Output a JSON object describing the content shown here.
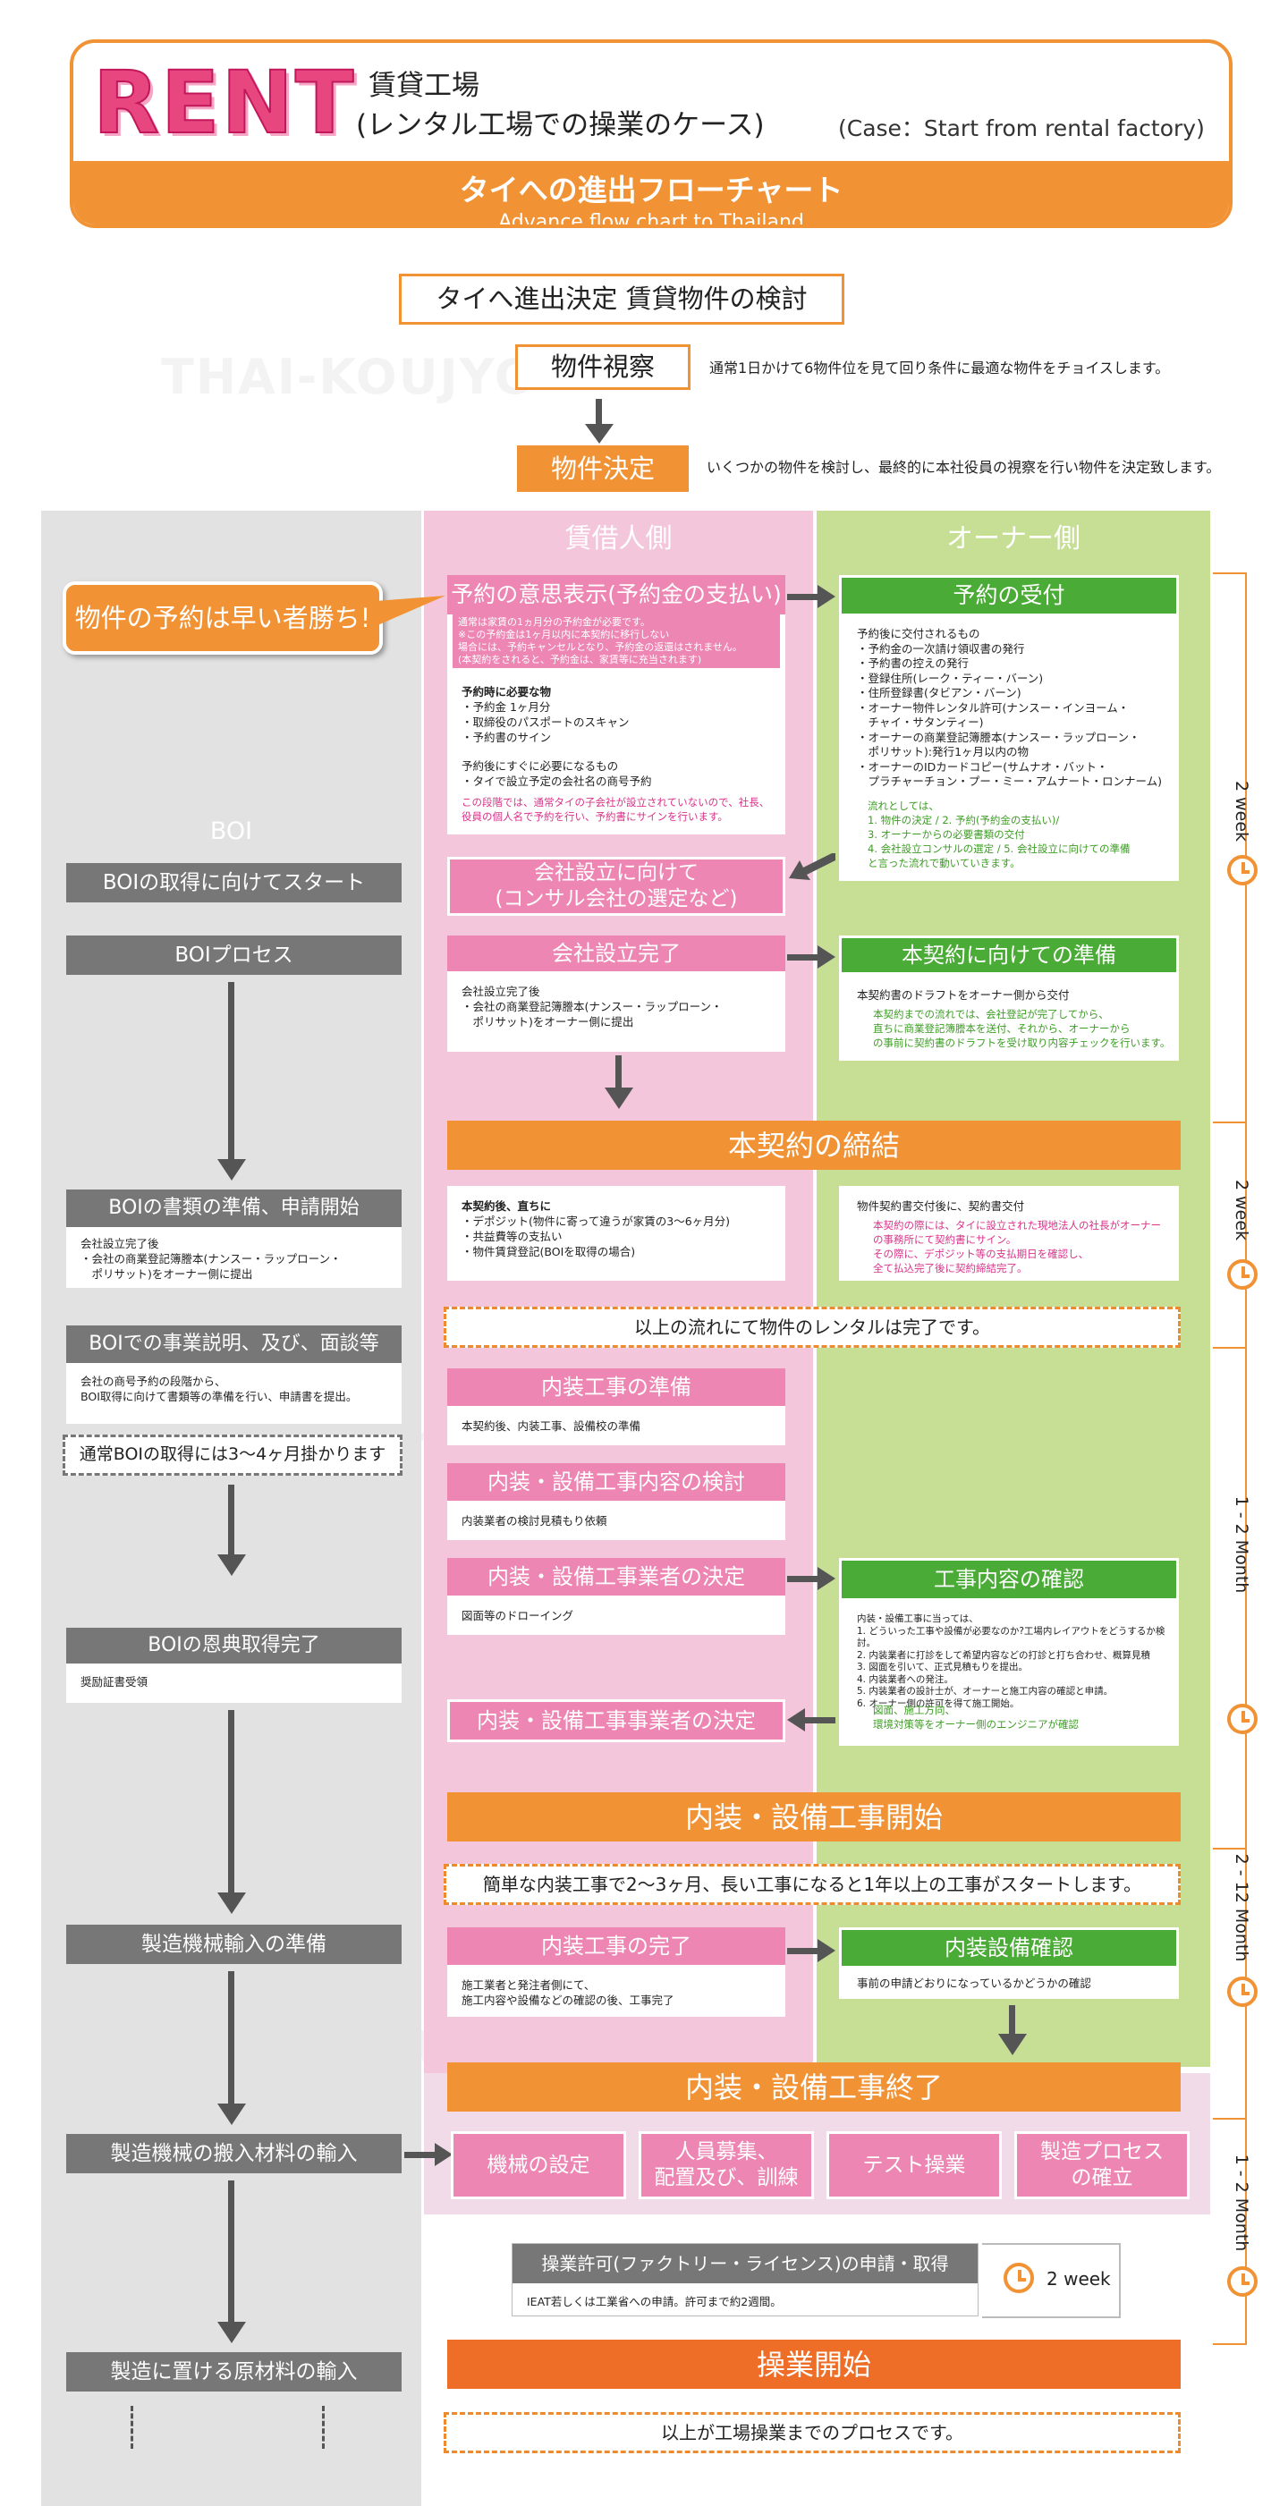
{
  "header": {
    "rent": "RENT",
    "title_line1": "賃貸工場",
    "title_line2": "(レンタル工場での操業のケース)",
    "case_en": "(Case：Start from rental factory)",
    "band_jp": "タイへの進出フローチャート",
    "band_en": "Advance flow chart to Thailand"
  },
  "watermark": "THAI-KOUJYO",
  "top": {
    "decision": "タイへ進出決定 賃貸物件の検討",
    "visit": "物件視察",
    "visit_note": "通常1日かけて6物件位を見て回り条件に最適な物件をチョイスします。",
    "decide": "物件決定",
    "decide_note": "いくつかの物件を検討し、最終的に本社役員の視察を行い物件を決定致します。"
  },
  "columns": {
    "boi": "BOI",
    "tenant": "賃借人側",
    "owner": "オーナー側"
  },
  "callout": "物件の予約は早い者勝ち!",
  "tenant": {
    "reserve_title": "予約の意思表示(予約金の支払い)",
    "reserve_red": [
      "通常は家賃の1ヵ月分の予約金が必要です。",
      "※この予約金は1ヶ月以内に本契約に移行しない",
      "場合には、予約キャンセルとなり、予約金の返還はされません。",
      "(本契約をされると、予約金は、家賃等に充当されます)"
    ],
    "reserve_need_title": "予約時に必要な物",
    "reserve_need": [
      "・予約金 1ヶ月分",
      "・取締役のパスポートのスキャン",
      "・予約書のサイン"
    ],
    "reserve_after": [
      "予約後にすぐに必要になるもの",
      "・タイで設立予定の会社名の商号予約"
    ],
    "reserve_note": [
      "この段階では、通常タイの子会社が設立されていないので、社長、",
      "役員の個人名で予約を行い、予約書にサインを行います。"
    ],
    "company_setup_title": "会社設立に向けて\n(コンサル会社の選定など)",
    "company_done_title": "会社設立完了",
    "company_done_text": [
      "会社設立完了後",
      "・会社の商業登記簿謄本(ナンスー・ラップローン・",
      "　ポリサット)をオーナー側に提出"
    ],
    "main_contract_title": "本契約の締結",
    "after_contract": [
      "本契約後、直ちに",
      "・デポジット(物件に寄って違うが家賃の3〜6ヶ月分)",
      "・共益費等の支払い",
      "・物件賃貸登記(BOIを取得の場合)"
    ],
    "rental_done": "以上の流れにて物件のレンタルは完了です。",
    "interior_prep_title": "内装工事の準備",
    "interior_prep_text": "本契約後、内装工事、設備校の準備",
    "interior_review_title": "内装・設備工事内容の検討",
    "interior_review_text": "内装業者の検討見積もり依頼",
    "contractor_decide_title": "内装・設備工事業者の決定",
    "contractor_decide_text": "図面等のドローイング",
    "contractor_decide2_title": "内装・設備工事事業者の決定",
    "construction_start": "内装・設備工事開始",
    "construction_note": "簡単な内装工事で2〜3ヶ月、長い工事になると1年以上の工事がスタートします。",
    "interior_done_title": "内装工事の完了",
    "interior_done_text": [
      "施工業者と発注者側にて、",
      "施工内容や設備などの確認の後、工事完了"
    ],
    "construction_end": "内装・設備工事終了",
    "tasks": [
      "機械の設定",
      "人員募集、\n配置及び、訓練",
      "テスト操業",
      "製造プロセス\nの確立"
    ],
    "license_title": "操業許可(ファクトリー・ライセンス)の申請・取得",
    "license_text": "IEAT若しくは工業省への申請。許可まで約2週間。",
    "license_time": "2 week",
    "operation_start": "操業開始",
    "final_note": "以上が工場操業までのプロセスです。"
  },
  "owner": {
    "accept_title": "予約の受付",
    "accept_text": [
      "予約後に交付されるもの",
      "・予約金の一次請け領収書の発行",
      "・予約書の控えの発行",
      "・登録住所(レーク・ティー・バーン)",
      "・住所登録書(タビアン・バーン)",
      "・オーナー物件レンタル許可(ナンスー・インヨーム・",
      "　チャイ・サタンティー)",
      "・オーナーの商業登記簿謄本(ナンスー・ラップローン・",
      "　ポリサット):発行1ヶ月以内の物",
      "・オーナーのIDカードコピー(サムナオ・バット・",
      "　プラチャーチョン・プー・ミー・アムナート・ロンナーム)"
    ],
    "accept_flow": [
      "流れとしては、",
      "1. 物件の決定 / 2. 予約(予約金の支払い)/",
      "3. オーナーからの必要書類の交付",
      "4. 会社設立コンサルの選定 / 5. 会社設立に向けての準備",
      "と言った流れで動いていきます。"
    ],
    "prep_title": "本契約に向けての準備",
    "prep_text": "本契約書のドラフトをオーナー側から交付",
    "prep_green": [
      "本契約までの流れでは、会社登記が完了してから、",
      "直ちに商業登記簿謄本を送付、それから、オーナーから",
      "の事前に契約書のドラフトを受け取り内容チェックを行います。"
    ],
    "contract_text": "物件契約書交付後に、契約書交付",
    "contract_red": [
      "本契約の際には、タイに設立された現地法人の社長がオーナー",
      "の事務所にて契約書にサイン。",
      "その際に、デポジット等の支払期日を確認し、",
      "全て払込完了後に契約締結完了。"
    ],
    "work_confirm_title": "工事内容の確認",
    "work_confirm_text": [
      "内装・設備工事に当っては、",
      "1. どういった工事や設備が必要なのか?工場内レイアウトをどうするか検討。",
      "2. 内装業者に打診をして希望内容などの打診と打ち合わせ、概算見積",
      "3. 図面を引いて、正式見積もりを提出。",
      "4. 内装業者への発注。",
      "5. 内装業者の設計士が、オーナーと施工内容の確認と申請。",
      "6. オーナー側の許可を得て施工開始。"
    ],
    "work_confirm_green": [
      "図面、施工方向、",
      "環境対策等をオーナー側のエンジニアが確認"
    ],
    "facility_title": "内装設備確認",
    "facility_text": "事前の申請どおりになっているかどうかの確認"
  },
  "boi": {
    "start": "BOIの取得に向けてスタート",
    "process": "BOIプロセス",
    "docs_title": "BOIの書類の準備、申請開始",
    "docs_text": [
      "会社設立完了後",
      "・会社の商業登記簿謄本(ナンスー・ラップローン・",
      "　ポリサット)をオーナー側に提出"
    ],
    "interview_title": "BOIでの事業説明、及び、面談等",
    "interview_text": [
      "会社の商号予約の段階から、",
      "BOI取得に向けて書類等の準備を行い、申請書を提出。"
    ],
    "duration_note": "通常BOIの取得には3〜4ヶ月掛かります",
    "granted_title": "BOIの恩典取得完了",
    "granted_text": "奨励証書受領",
    "machine_prep": "製造機械輸入の準備",
    "machine_import": "製造機械の搬入材料の輸入",
    "material_import": "製造に置ける原材料の輸入"
  },
  "durations": [
    "2 week",
    "2 week",
    "1 - 2 Month",
    "2 - 12 Month",
    "1 - 2 Month"
  ]
}
